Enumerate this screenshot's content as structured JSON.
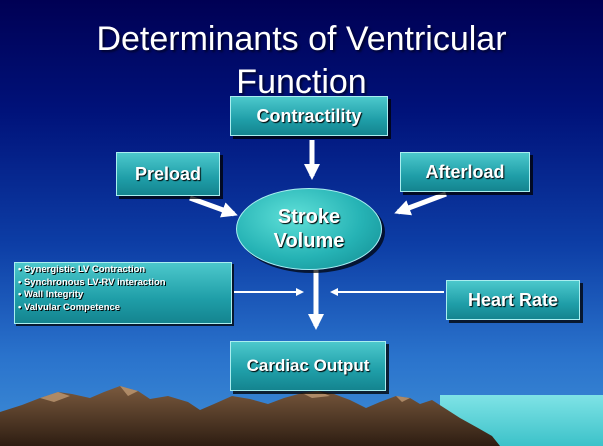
{
  "title": {
    "line1": "Determinants of Ventricular",
    "line2": "Function"
  },
  "nodes": {
    "contractility": "Contractility",
    "preload": "Preload",
    "afterload": "Afterload",
    "stroke_volume_line1": "Stroke",
    "stroke_volume_line2": "Volume",
    "heart_rate": "Heart Rate",
    "cardiac_output": "Cardiac Output"
  },
  "factors": [
    "• Synergistic LV Contraction",
    "• Synchronous LV-RV interaction",
    "• Wall Integrity",
    "• Valvular Competence"
  ],
  "colors": {
    "box_fill": "#1f9ea8",
    "box_border": "#a9eef0",
    "arrow": "#ffffff",
    "text": "#ffffff",
    "background_top": "#000054",
    "background_bottom": "#3f8ed6"
  }
}
